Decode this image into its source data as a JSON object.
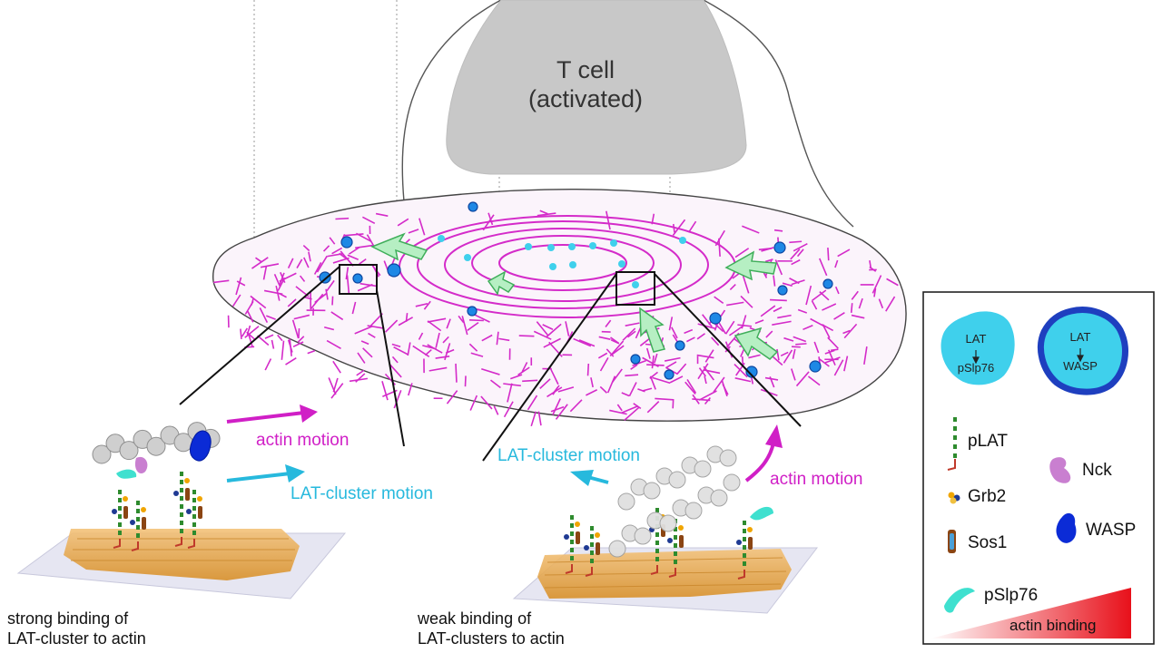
{
  "cell": {
    "title_line1": "T cell",
    "title_line2": "(activated)"
  },
  "motions": {
    "actin_left": "actin motion",
    "lat_left": "LAT-cluster motion",
    "lat_right": "LAT-cluster motion",
    "actin_right": "actin motion"
  },
  "captions": {
    "strong_line1": "strong binding of",
    "strong_line2": "LAT-cluster to actin",
    "weak_line1": "weak binding of",
    "weak_line2": "LAT-clusters  to actin"
  },
  "legend": {
    "blob1_line1": "LAT",
    "blob1_line2": "pSlp76",
    "blob2_line1": "LAT",
    "blob2_line2": "WASP",
    "items": {
      "plat": "pLAT",
      "grb2": "Grb2",
      "sos1": "Sos1",
      "pslp76": "pSlp76",
      "nck": "Nck",
      "wasp": "WASP"
    },
    "gradient_label": "actin binding"
  },
  "colors": {
    "actin": "#d42bc9",
    "cyan": "#3fd0ec",
    "blue": "#1565c0",
    "nucleus": "#c8c8c8",
    "membrane": "#e0a030",
    "gradient_end": "#e8101a"
  }
}
